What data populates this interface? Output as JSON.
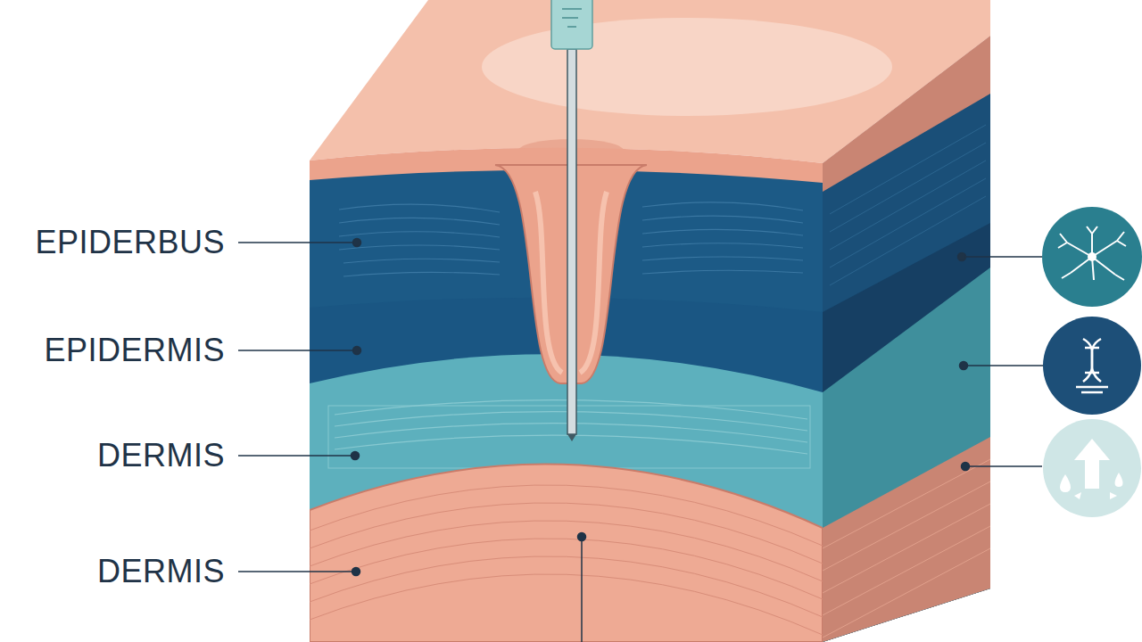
{
  "diagram": {
    "labels": [
      "EPIDERBUS",
      "EPIDERMIS",
      "DERMIS",
      "DERMIS"
    ]
  }
}
